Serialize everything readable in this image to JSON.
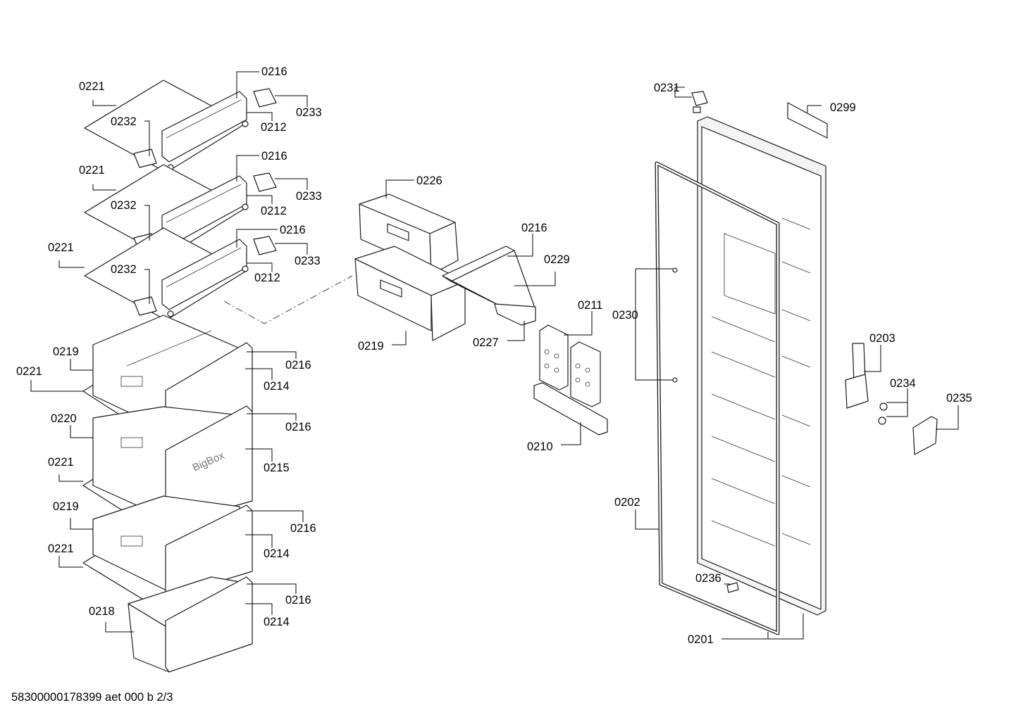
{
  "footer": {
    "reference": "58300000178399 aet 000 b 2/3"
  },
  "brand_text": "BigBox",
  "labels": [
    "0216",
    "0221",
    "0232",
    "0233",
    "0212",
    "0216",
    "0221",
    "0232",
    "0233",
    "0212",
    "0216",
    "0221",
    "0232",
    "0233",
    "0212",
    "0219",
    "0221",
    "0216",
    "0214",
    "0220",
    "0221",
    "0216",
    "0215",
    "0219",
    "0221",
    "0216",
    "0214",
    "0218",
    "0216",
    "0214",
    "0226",
    "0216",
    "0229",
    "0219",
    "0227",
    "0211",
    "0210",
    "0231",
    "0299",
    "0230",
    "0203",
    "0234",
    "0235",
    "0202",
    "0236",
    "0201"
  ]
}
